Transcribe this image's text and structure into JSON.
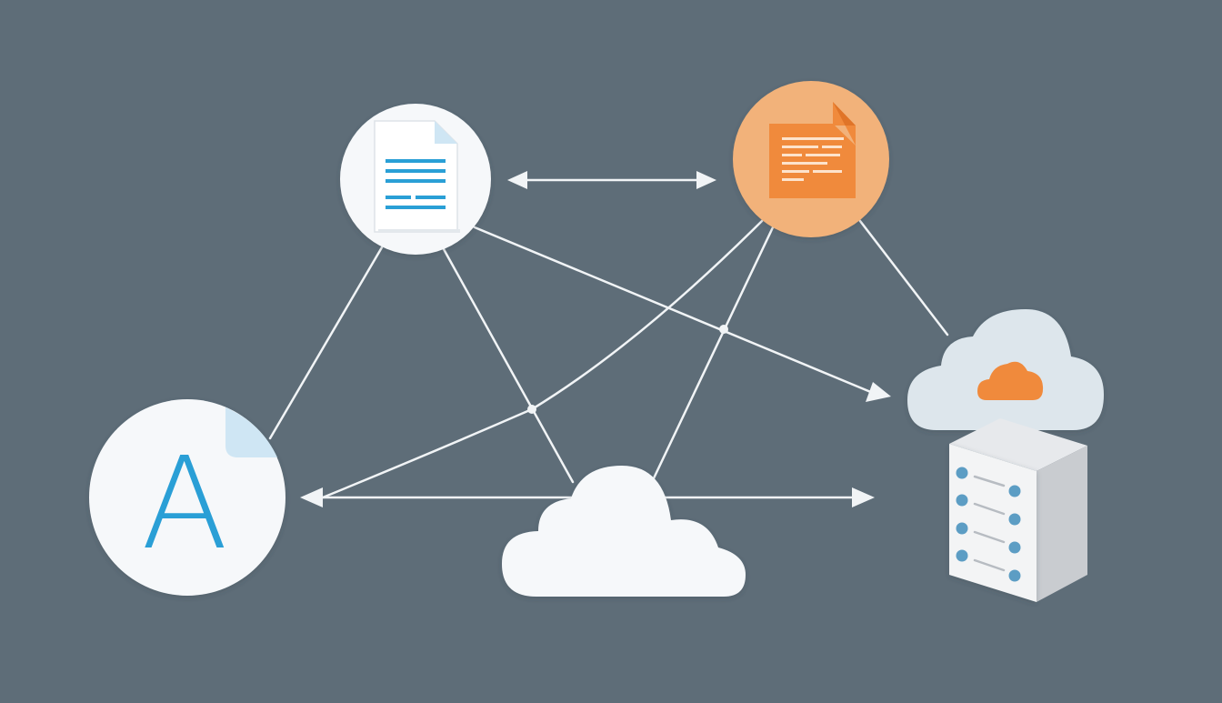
{
  "canvas": {
    "background": "#5e6d78"
  },
  "colors": {
    "line": "#f1f4f6",
    "node_white": "#f6f8fa",
    "node_orange": "#f2b27a",
    "orange_accent": "#f08a3c",
    "blue_accent": "#2a9fd6",
    "light_blue": "#cfe6f4",
    "cloud_light": "#dde6ec",
    "server_body": "#f3f4f5",
    "server_side": "#c9ccd0",
    "server_dot": "#5c9dc4"
  },
  "nodes": [
    {
      "id": "blue-document",
      "icon": "document-icon",
      "accent": "#2a9fd6"
    },
    {
      "id": "orange-document",
      "icon": "document-icon",
      "accent": "#f08a3c"
    },
    {
      "id": "letter-a",
      "icon": "letter-a-icon",
      "text": "A",
      "accent": "#2a9fd6"
    },
    {
      "id": "central-cloud",
      "icon": "cloud-icon"
    },
    {
      "id": "cloud-storage",
      "icon": "cloud-icon",
      "accent": "#f08a3c"
    },
    {
      "id": "server",
      "icon": "server-icon"
    }
  ],
  "connections": [
    {
      "from": "blue-document",
      "to": "orange-document",
      "style": "double-arrow"
    },
    {
      "from": "central-cloud",
      "to": "letter-a",
      "style": "arrow"
    },
    {
      "from": "central-cloud",
      "to": "server",
      "style": "arrow"
    },
    {
      "from": "blue-document",
      "to": "cloud-storage",
      "style": "arrow"
    },
    {
      "from": "blue-document",
      "to": "letter-a",
      "style": "line"
    },
    {
      "from": "blue-document",
      "to": "central-cloud",
      "style": "line"
    },
    {
      "from": "orange-document",
      "to": "letter-a",
      "style": "curve"
    },
    {
      "from": "orange-document",
      "to": "central-cloud",
      "style": "line"
    },
    {
      "from": "orange-document",
      "to": "cloud-storage",
      "style": "line"
    }
  ]
}
